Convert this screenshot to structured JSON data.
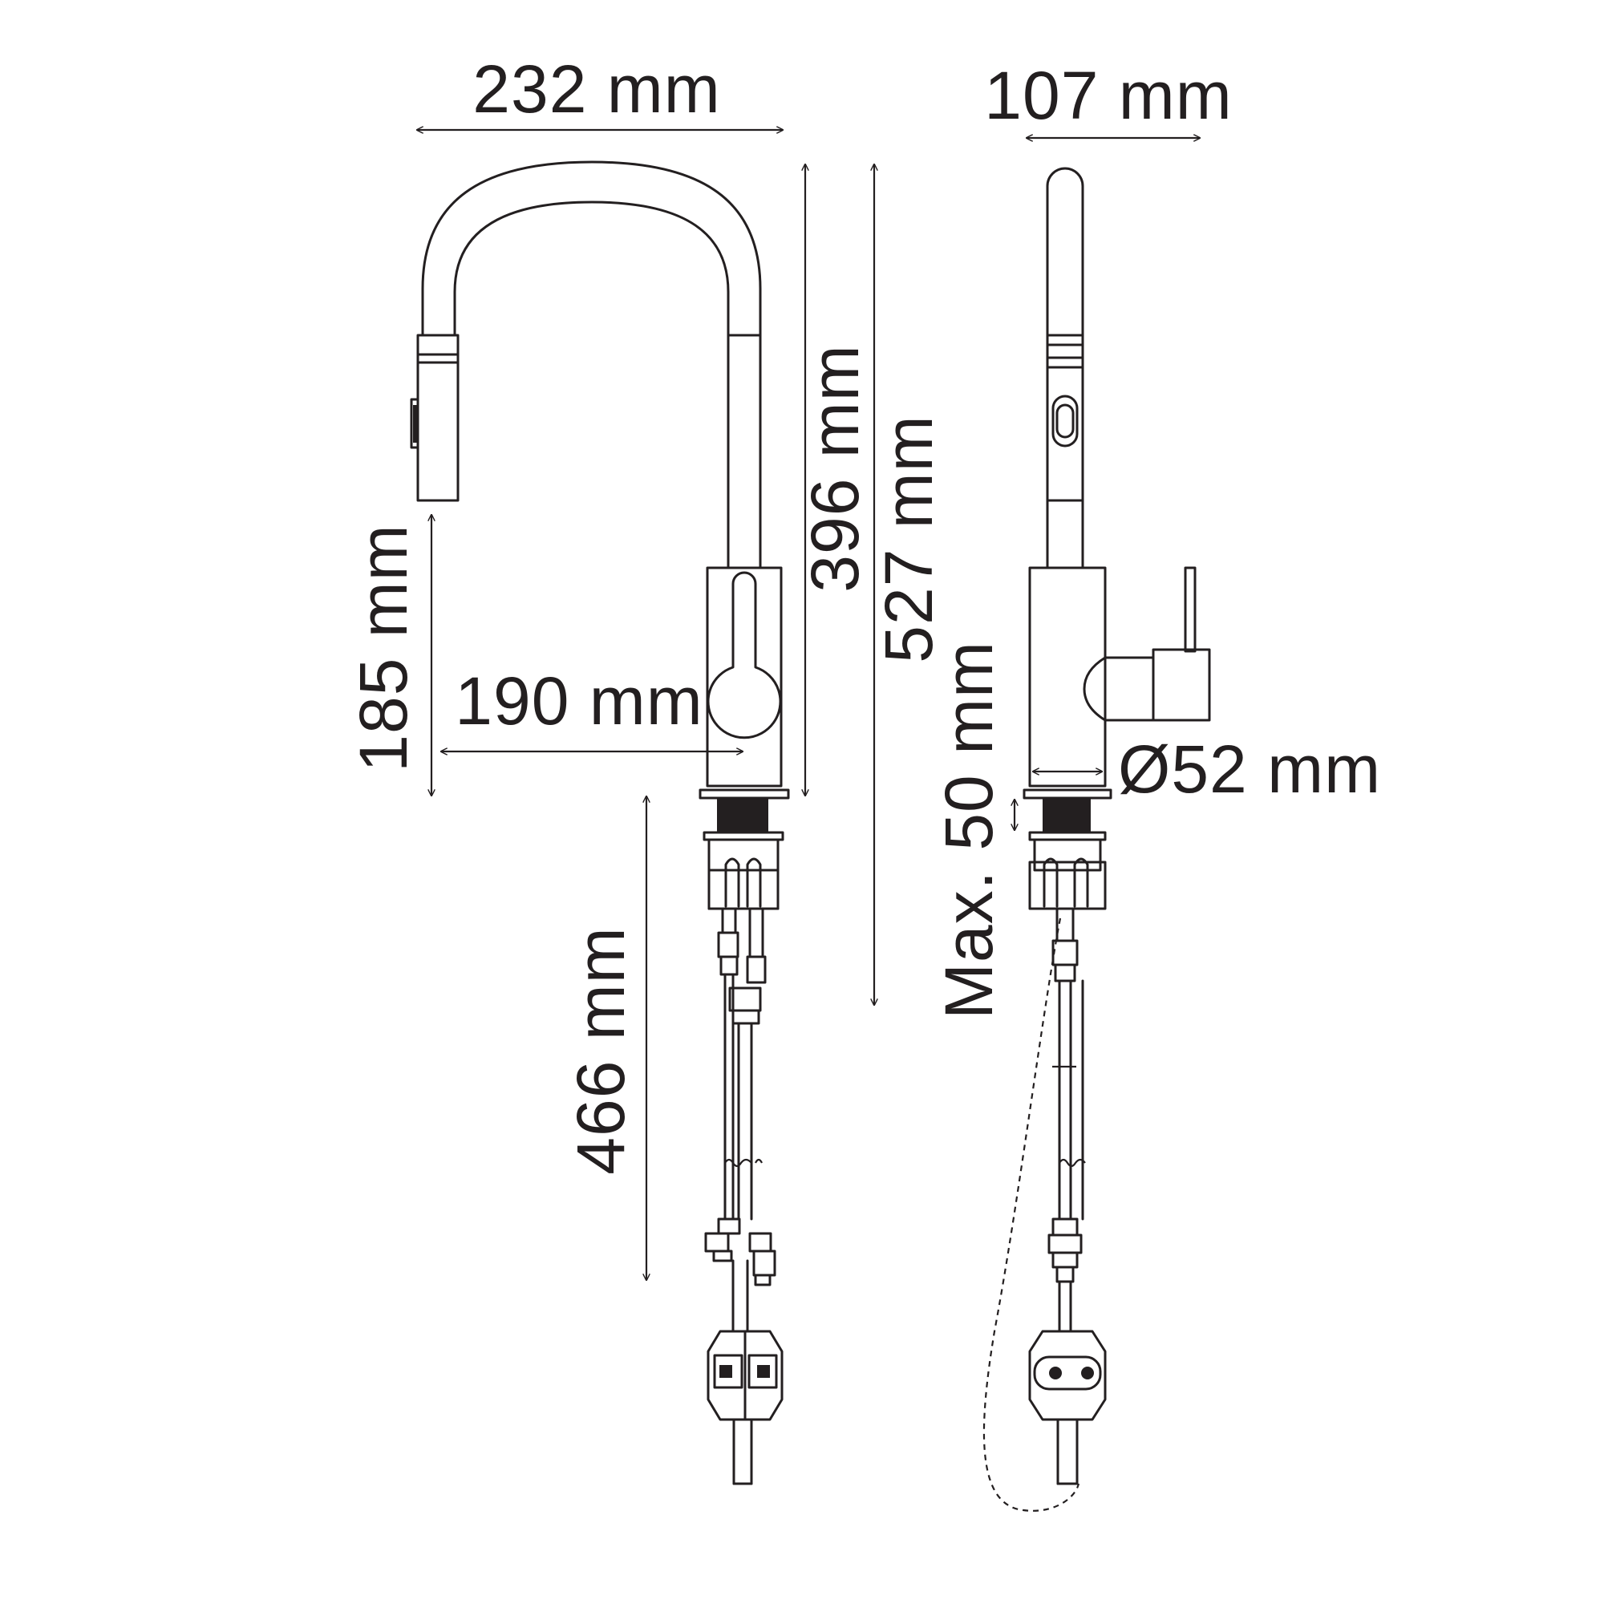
{
  "drawing": {
    "subject": "pull-down kitchen faucet technical drawing",
    "ink_color": "#231f20",
    "background": "#ffffff"
  },
  "dimensions": {
    "spout_reach": "232 mm",
    "side_depth": "107 mm",
    "body_height": "396 mm",
    "total_height": "527 mm",
    "spout_clearance": "185 mm",
    "handle_reach": "190 mm",
    "hose_length": "466 mm",
    "max_deck_thickness": "Max. 50 mm",
    "base_diameter": "Ø52 mm"
  }
}
